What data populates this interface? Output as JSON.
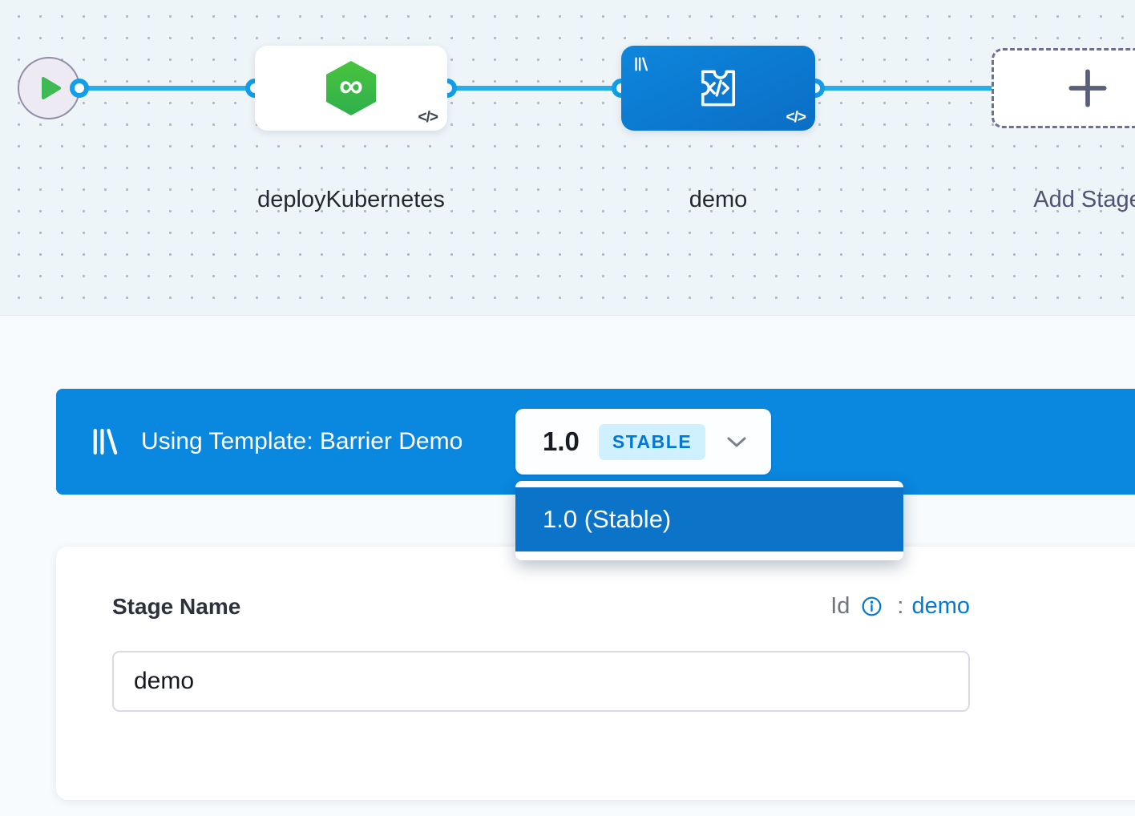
{
  "canvas": {
    "stage_deploy": {
      "label": "deployKubernetes"
    },
    "stage_demo": {
      "label": "demo"
    },
    "add_stage": {
      "label": "Add Stage"
    },
    "infinity_glyph": "∞",
    "code_badge": "</>"
  },
  "template_banner": {
    "label": "Using Template: Barrier Demo",
    "version_selector": {
      "version": "1.0",
      "badge": "STABLE"
    }
  },
  "version_dropdown": {
    "items": [
      {
        "label": "1.0 (Stable)"
      }
    ]
  },
  "stage_form": {
    "name_label": "Stage Name",
    "id_label": "Id",
    "id_colon": ":",
    "id_value": "demo",
    "name_value": "demo"
  },
  "icons": {
    "play": "play-triangle",
    "template": "library-bars",
    "custom_stage": "ticket-code",
    "plus": "plus",
    "chevron": "chevron-down",
    "info": "info-circle"
  },
  "colors": {
    "canvas_bg": "#eef5f9",
    "banner_blue": "#0a87de",
    "dropdown_blue": "#0b74c8",
    "node_blue": "#0b7ad2",
    "accent_blue": "#0278d5",
    "connector_blue": "#129ee9",
    "edge_blue": "#27aee8",
    "green": "#3eba54",
    "stable_badge_bg": "#cff0fe"
  }
}
